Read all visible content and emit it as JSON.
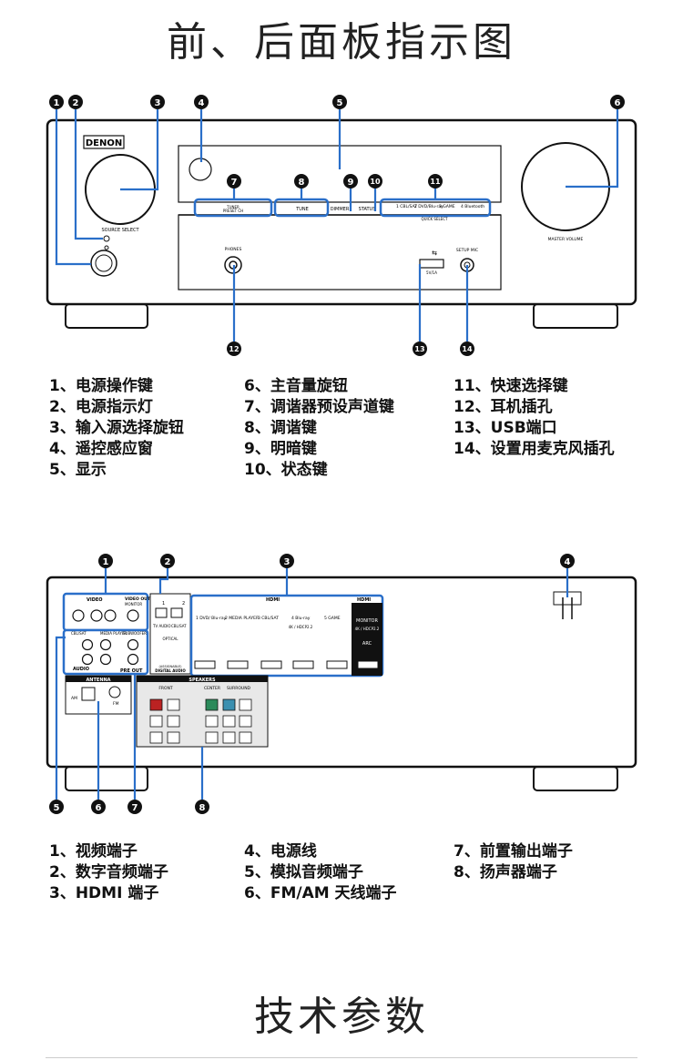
{
  "titles": {
    "panel": "前、后面板指示图",
    "specs": "技术参数"
  },
  "front": {
    "brand": "DENON",
    "source_select": "SOURCE SELECT",
    "master_volume": "MASTER VOLUME",
    "tuner_preset": "TUNER\nPRESET CH",
    "tune": "TUNE",
    "dimmer": "DIMMER",
    "status": "STATUS",
    "quick_select": "QUICK SELECT",
    "quick_buttons": [
      "1 CBL/SAT",
      "2 DVD/Blu-ray",
      "3 GAME",
      "4 Bluetooth"
    ],
    "phones": "PHONES",
    "setup_mic": "SETUP MIC",
    "usb_label": "5V/1A",
    "numbers": [
      "1",
      "2",
      "3",
      "4",
      "5",
      "6",
      "7",
      "8",
      "9",
      "10",
      "11",
      "12",
      "13",
      "14"
    ],
    "legend": [
      [
        "1、电源操作键",
        "2、电源指示灯",
        "3、输入源选择旋钮",
        "4、遥控感应窗",
        "5、显示"
      ],
      [
        "6、主音量旋钮",
        "7、调谐器预设声道键",
        "8、调谐键",
        "9、明暗键",
        "10、状态键"
      ],
      [
        "11、快速选择键",
        "12、耳机插孔",
        "13、USB端口",
        "14、设置用麦克风插孔"
      ]
    ]
  },
  "rear": {
    "video_in": "VIDEO",
    "video_out": "VIDEO OUT",
    "monitor": "MONITOR",
    "cbl_sat": "CBL/SAT",
    "media_player": "MEDIA PLAYER",
    "subwoofer": "SUBWOOFER",
    "audio": "AUDIO",
    "pre_out": "PRE OUT",
    "digital_audio": "DIGITAL AUDIO",
    "optical_nums": [
      "1",
      "2"
    ],
    "optical_labels": [
      "TV AUDIO",
      "CBL/SAT"
    ],
    "optical": "OPTICAL",
    "assignable": "(ASSIGNABLE)",
    "hdmi_in": "HDMI",
    "hdmi_out": "HDMI",
    "hdmi_ports": [
      "1  DVD/ Blu-ray",
      "2  MEDIA PLAYER",
      "3  CBL/SAT",
      "4  Blu-ray",
      "5  GAME"
    ],
    "hdcp": "4K / HDCP2.2",
    "hdmi_monitor": "MONITOR",
    "hdmi_monitor_sub": "4K / HDCP2.2",
    "arc": "ARC",
    "antenna": "ANTENNA",
    "am": "AM",
    "fm": "FM",
    "speakers": "SPEAKERS",
    "front_spk": "FRONT",
    "center_spk": "CENTER",
    "surround_spk": "SURROUND",
    "numbers": [
      "1",
      "2",
      "3",
      "4",
      "5",
      "6",
      "7",
      "8"
    ],
    "legend": [
      [
        "1、视频端子",
        "2、数字音频端子",
        "3、HDMI 端子"
      ],
      [
        "4、电源线",
        "5、模拟音频端子",
        "6、FM/AM 天线端子"
      ],
      [
        "7、前置输出端子",
        "8、扬声器端子"
      ]
    ]
  }
}
